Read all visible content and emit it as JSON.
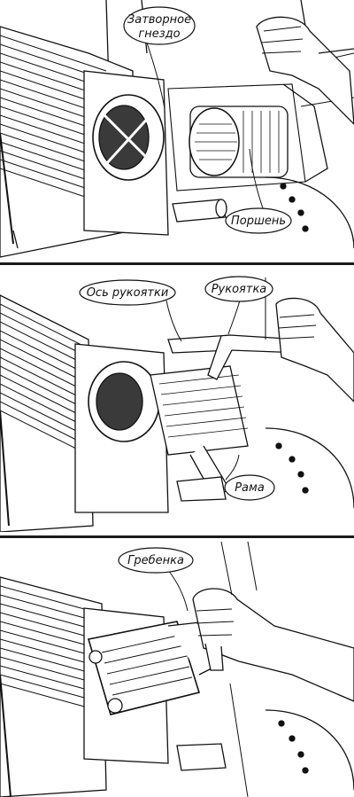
{
  "panels": [
    {
      "callouts": [
        {
          "line1": "Затворное",
          "line2": "гнездо"
        },
        {
          "text": "Поршень"
        }
      ]
    },
    {
      "callouts": [
        {
          "text": "Ось рукоятки"
        },
        {
          "text": "Рукоятка"
        },
        {
          "text": "Рама"
        }
      ]
    },
    {
      "callouts": [
        {
          "text": "Гребенка"
        }
      ]
    }
  ],
  "colors": {
    "ink": "#111111",
    "paper": "#ffffff"
  }
}
